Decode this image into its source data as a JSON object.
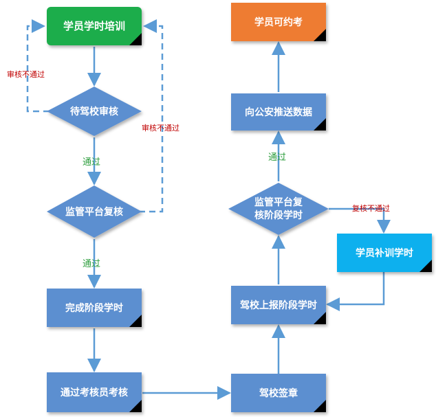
{
  "nodes": {
    "start_training": "学员学时培训",
    "school_review": "待驾校审核",
    "platform_review": "监管平台复核",
    "complete_stage": "完成阶段学时",
    "pass_exam": "通过考核员考核",
    "school_seal": "驾校签章",
    "report_stage": "驾校上报阶段学时",
    "platform_recheck_line1": "监管平台复",
    "platform_recheck_line2": "核阶段学时",
    "supplement_training": "学员补训学时",
    "push_police": "向公安推送数据",
    "can_book_exam": "学员可约考"
  },
  "edges": {
    "reject_school": "审核不通过",
    "reject_platform": "审核不通过",
    "pass_1": "通过",
    "pass_2": "通过",
    "pass_3": "通过",
    "recheck_reject": "复核不通过"
  },
  "colors": {
    "box_blue": "#5b8fd0",
    "box_green": "#1fad4c",
    "box_orange": "#ee7b30",
    "box_cyan": "#0bb0ee",
    "arrow": "#5b9bd5",
    "text_reject": "#c00000",
    "text_pass": "#2e9e3e"
  }
}
